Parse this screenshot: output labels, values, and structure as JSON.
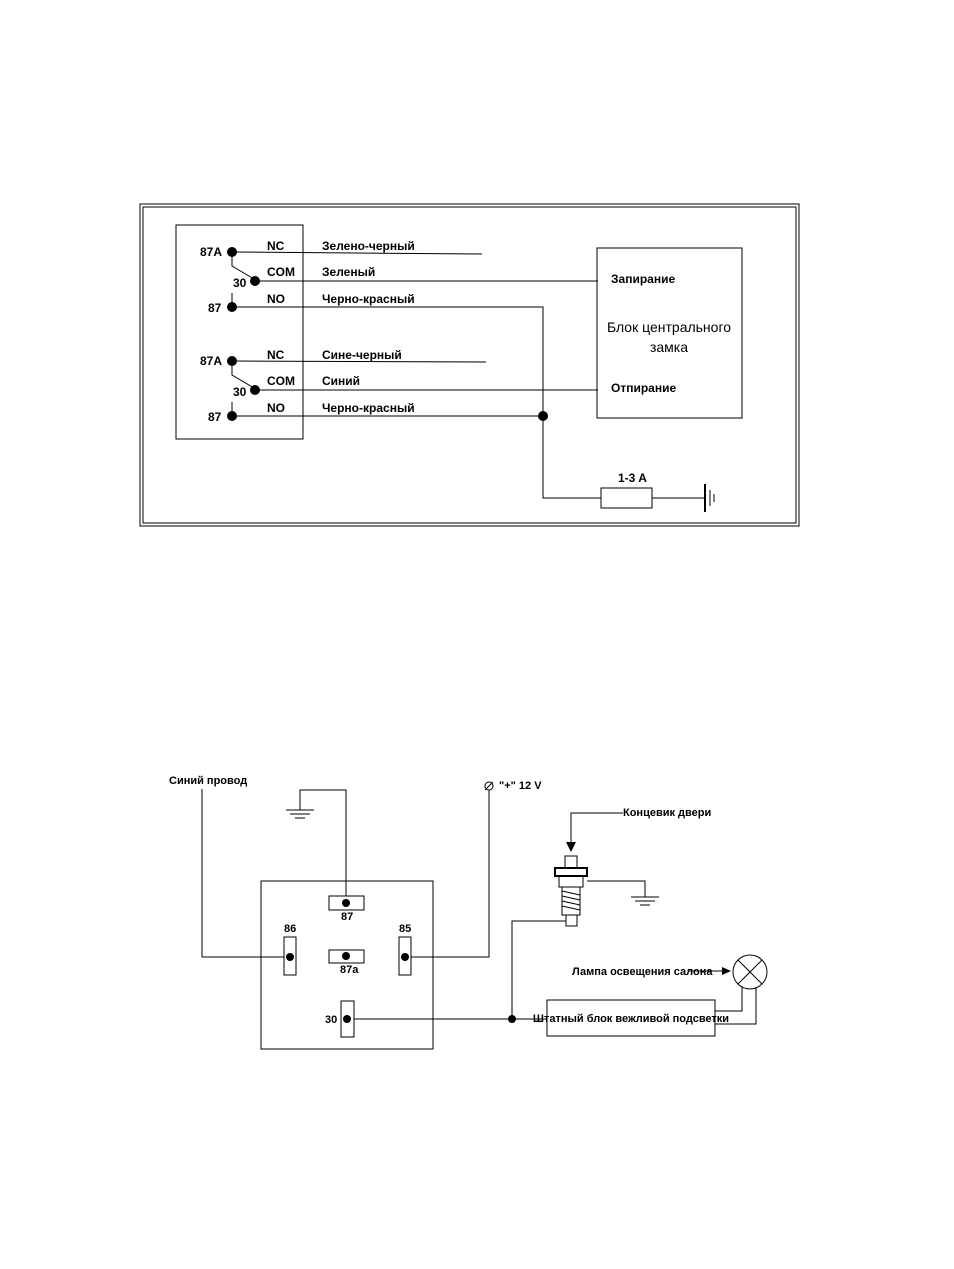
{
  "diagram1": {
    "relay_top": {
      "pin_87a": "87A",
      "pin_30": "30",
      "pin_87": "87",
      "nc": "NC",
      "com": "COM",
      "no": "NO",
      "wire_nc": "Зелено-черный",
      "wire_com": "Зеленый",
      "wire_no": "Черно-красный"
    },
    "relay_bottom": {
      "pin_87a": "87A",
      "pin_30": "30",
      "pin_87": "87",
      "nc": "NC",
      "com": "COM",
      "no": "NO",
      "wire_nc": "Сине-черный",
      "wire_com": "Синий",
      "wire_no": "Черно-красный"
    },
    "lock_unit": {
      "lock": "Запирание",
      "title_line1": "Блок центрального",
      "title_line2": "замка",
      "unlock": "Отпирание"
    },
    "fuse": "1-3 A"
  },
  "diagram2": {
    "blue_wire": "Синий провод",
    "plus12": "\"+\" 12 V",
    "door_switch": "Концевик двери",
    "lamp": "Лампа освещения салона",
    "courtesy_unit": "Штатный блок вежливой подсветки",
    "pins": {
      "p87": "87",
      "p86": "86",
      "p85": "85",
      "p87a": "87a",
      "p30": "30"
    }
  }
}
